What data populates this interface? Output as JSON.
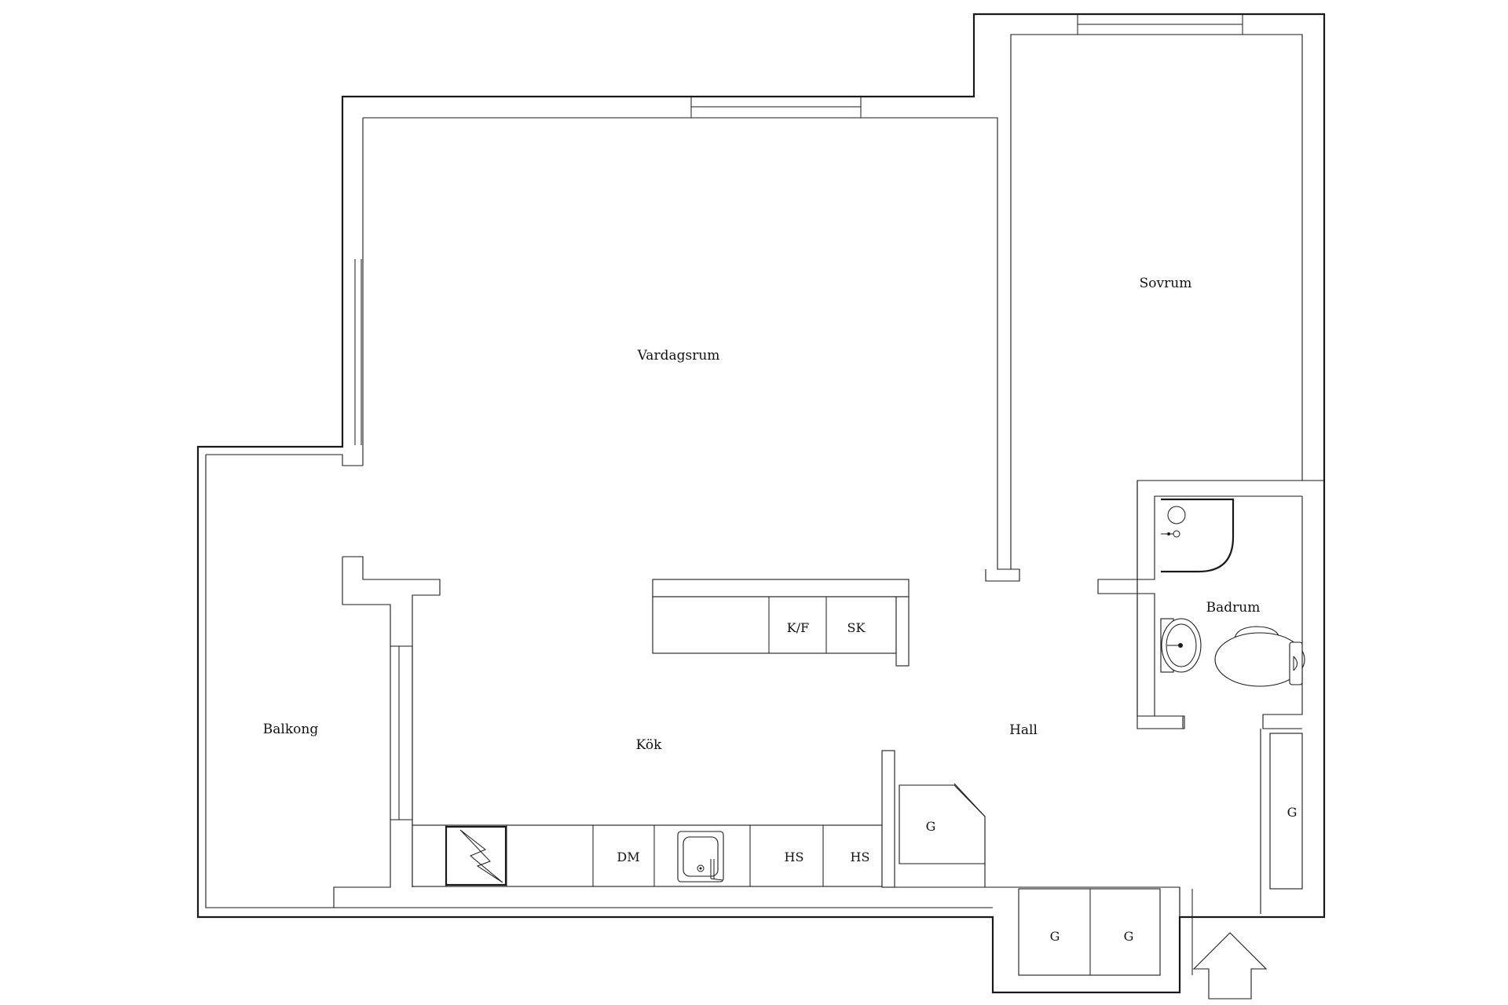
{
  "rooms": {
    "vardagsrum": "Vardagsrum",
    "sovrum": "Sovrum",
    "balkong": "Balkong",
    "kok": "Kök",
    "hall": "Hall",
    "badrum": "Badrum"
  },
  "units": {
    "island_kf": "K/F",
    "island_sk": "SK",
    "counter_dm": "DM",
    "counter_hs_1": "HS",
    "counter_hs_2": "HS",
    "hall_wardrobe": "G",
    "entry_wardrobe_1": "G",
    "entry_wardrobe_2": "G",
    "east_wardrobe": "G"
  },
  "icons": {
    "stove": "stove-icon",
    "sink": "kitchen-sink-icon",
    "shower": "shower-icon",
    "washbasin": "washbasin-icon",
    "toilet": "toilet-icon",
    "entrance": "entrance-arrow-icon"
  },
  "colors": {
    "line": "#1a1a1a",
    "background": "#ffffff"
  }
}
